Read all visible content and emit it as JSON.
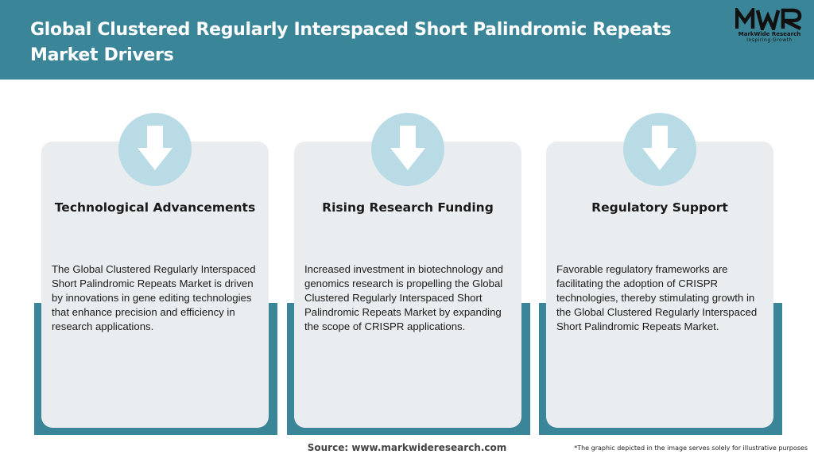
{
  "header": {
    "title": "Global Clustered Regularly Interspaced Short Palindromic Repeats Market Drivers"
  },
  "logo": {
    "mark": "MWR",
    "name": "MarkWide Research",
    "tagline": "Inspiring Growth"
  },
  "cards": [
    {
      "icon": "arrow-down-icon",
      "title": "Technological Advancements",
      "text": "The Global Clustered Regularly Interspaced Short Palindromic Repeats Market is driven by innovations in gene editing technologies that enhance precision and efficiency in research applications."
    },
    {
      "icon": "arrow-down-icon",
      "title": "Rising Research Funding",
      "text": "Increased investment in biotechnology and genomics research is propelling the Global Clustered Regularly Interspaced Short Palindromic Repeats Market by expanding the scope of CRISPR applications."
    },
    {
      "icon": "arrow-down-icon",
      "title": "Regulatory Support",
      "text": "Favorable regulatory frameworks are facilitating the adoption of CRISPR technologies, thereby stimulating growth in the Global Clustered Regularly Interspaced Short Palindromic Repeats Market."
    }
  ],
  "footer": {
    "source": "Source: www.markwideresearch.com",
    "disclaimer": "*The graphic depicted in the image serves solely for illustrative purposes"
  },
  "colors": {
    "header_bg": "#3a8598",
    "card_bg": "#eaedef",
    "circle_bg": "#b8dbe6",
    "accent": "#3a8598"
  }
}
